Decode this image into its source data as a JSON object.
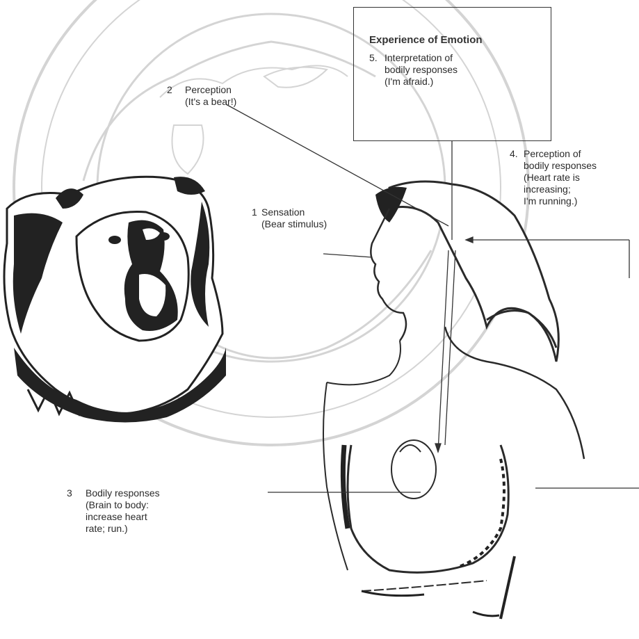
{
  "experience_box": {
    "title": "Experience of Emotion",
    "step5": {
      "number": "5.",
      "lines": [
        "Interpretation of",
        "bodily responses",
        "(I'm afraid.)"
      ]
    }
  },
  "step1": {
    "number": "1",
    "lines": [
      "Sensation",
      "(Bear stimulus)"
    ]
  },
  "step2": {
    "number": "2",
    "lines": [
      "Perception",
      "(It's a bear!)"
    ]
  },
  "step3": {
    "number": "3",
    "lines": [
      "Bodily responses",
      "(Brain to body:",
      "increase heart",
      "rate; run.)"
    ]
  },
  "step4": {
    "number": "4.",
    "lines": [
      "Perception of",
      "bodily responses",
      "(Heart rate is",
      "increasing;",
      "I'm running.)"
    ]
  },
  "colors": {
    "ink": "#2b2b2b",
    "watermark": "#d4d4d4",
    "bear_dark": "#222222"
  }
}
